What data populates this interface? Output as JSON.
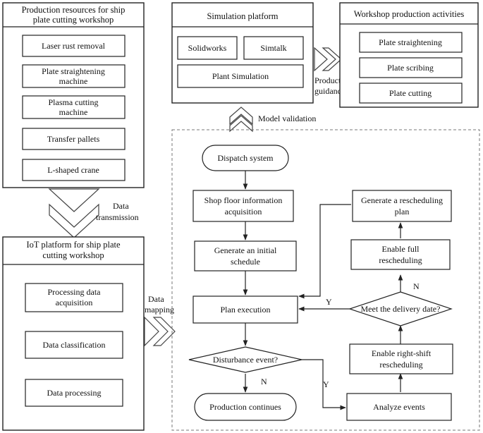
{
  "production_resources": {
    "title": [
      "Production resources for ship",
      "plate cutting workshop"
    ],
    "items": [
      [
        "Laser rust removal"
      ],
      [
        "Plate straightening",
        "machine"
      ],
      [
        "Plasma cutting",
        "machine"
      ],
      [
        "Transfer pallets"
      ],
      [
        "L-shaped crane"
      ]
    ]
  },
  "simulation_platform": {
    "title": "Simulation platform",
    "items": [
      "Solidworks",
      "Simtalk",
      "Plant Simulation"
    ]
  },
  "workshop_activities": {
    "title": "Workshop production activities",
    "items": [
      "Plate straightening",
      "Plate scribing",
      "Plate cutting"
    ]
  },
  "iot_platform": {
    "title": [
      "IoT platform for ship plate",
      "cutting workshop"
    ],
    "items": [
      [
        "Processing data",
        "acquisition"
      ],
      [
        "Data classification"
      ],
      [
        "Data processing"
      ]
    ]
  },
  "arrow_labels": {
    "production_guidance": [
      "Production",
      "guidance"
    ],
    "model_validation": "Model validation",
    "data_transmission": [
      "Data",
      "transmission"
    ],
    "data_mapping": [
      "Data",
      "mapping"
    ]
  },
  "flow": {
    "dispatch": "Dispatch system",
    "shop_floor": [
      "Shop floor information",
      "acquisition"
    ],
    "initial_schedule": [
      "Generate an initial",
      "schedule"
    ],
    "plan_execution": "Plan execution",
    "disturbance": "Disturbance event?",
    "production_continues": "Production continues",
    "analyze_events": "Analyze events",
    "right_shift": [
      "Enable right-shift",
      "rescheduling"
    ],
    "meet_delivery": "Meet the delivery date?",
    "full_rescheduling": [
      "Enable full",
      "rescheduling"
    ],
    "rescheduling_plan": [
      "Generate a rescheduling",
      "plan"
    ],
    "yes": "Y",
    "no": "N"
  }
}
